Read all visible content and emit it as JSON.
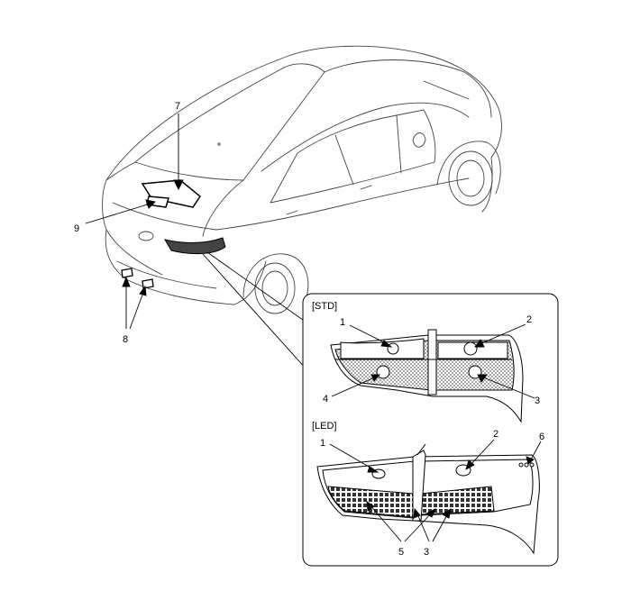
{
  "callouts": {
    "c7": "7",
    "c9": "9",
    "c8": "8"
  },
  "inset": {
    "std": {
      "label": "[STD]",
      "c1": "1",
      "c2": "2",
      "c3": "3",
      "c4": "4"
    },
    "led": {
      "label": "[LED]",
      "c1": "1",
      "c2": "2",
      "c6": "6",
      "c5": "5",
      "c3": "3"
    }
  }
}
